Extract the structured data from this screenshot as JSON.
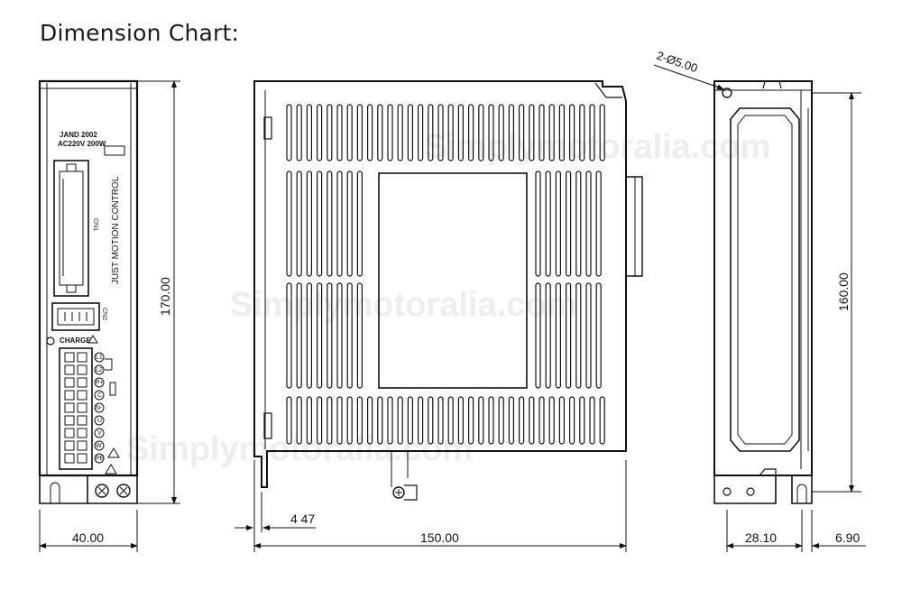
{
  "title": "Dimension Chart:",
  "front_view": {
    "model_line1": "JAND 2002",
    "model_line2": "AC220V 200W",
    "brand_vertical": "JUST MOTION CONTROL",
    "cn1_label": "CN1",
    "cn2_label": "CN2",
    "charge_label": "CHARGE",
    "terminals": [
      "L1",
      "L2",
      "P+",
      "C",
      "N-",
      "U",
      "V",
      "W",
      "PE"
    ]
  },
  "dimensions": {
    "front_height": "170.00",
    "front_width": "40.00",
    "side_width": "150.00",
    "side_offset": "4 47",
    "rear_height": "160.00",
    "rear_width": "28.10",
    "rear_offset": "6.90",
    "hole_spec": "2-Ø5.00"
  },
  "watermark": "Simplymotoralia.com"
}
